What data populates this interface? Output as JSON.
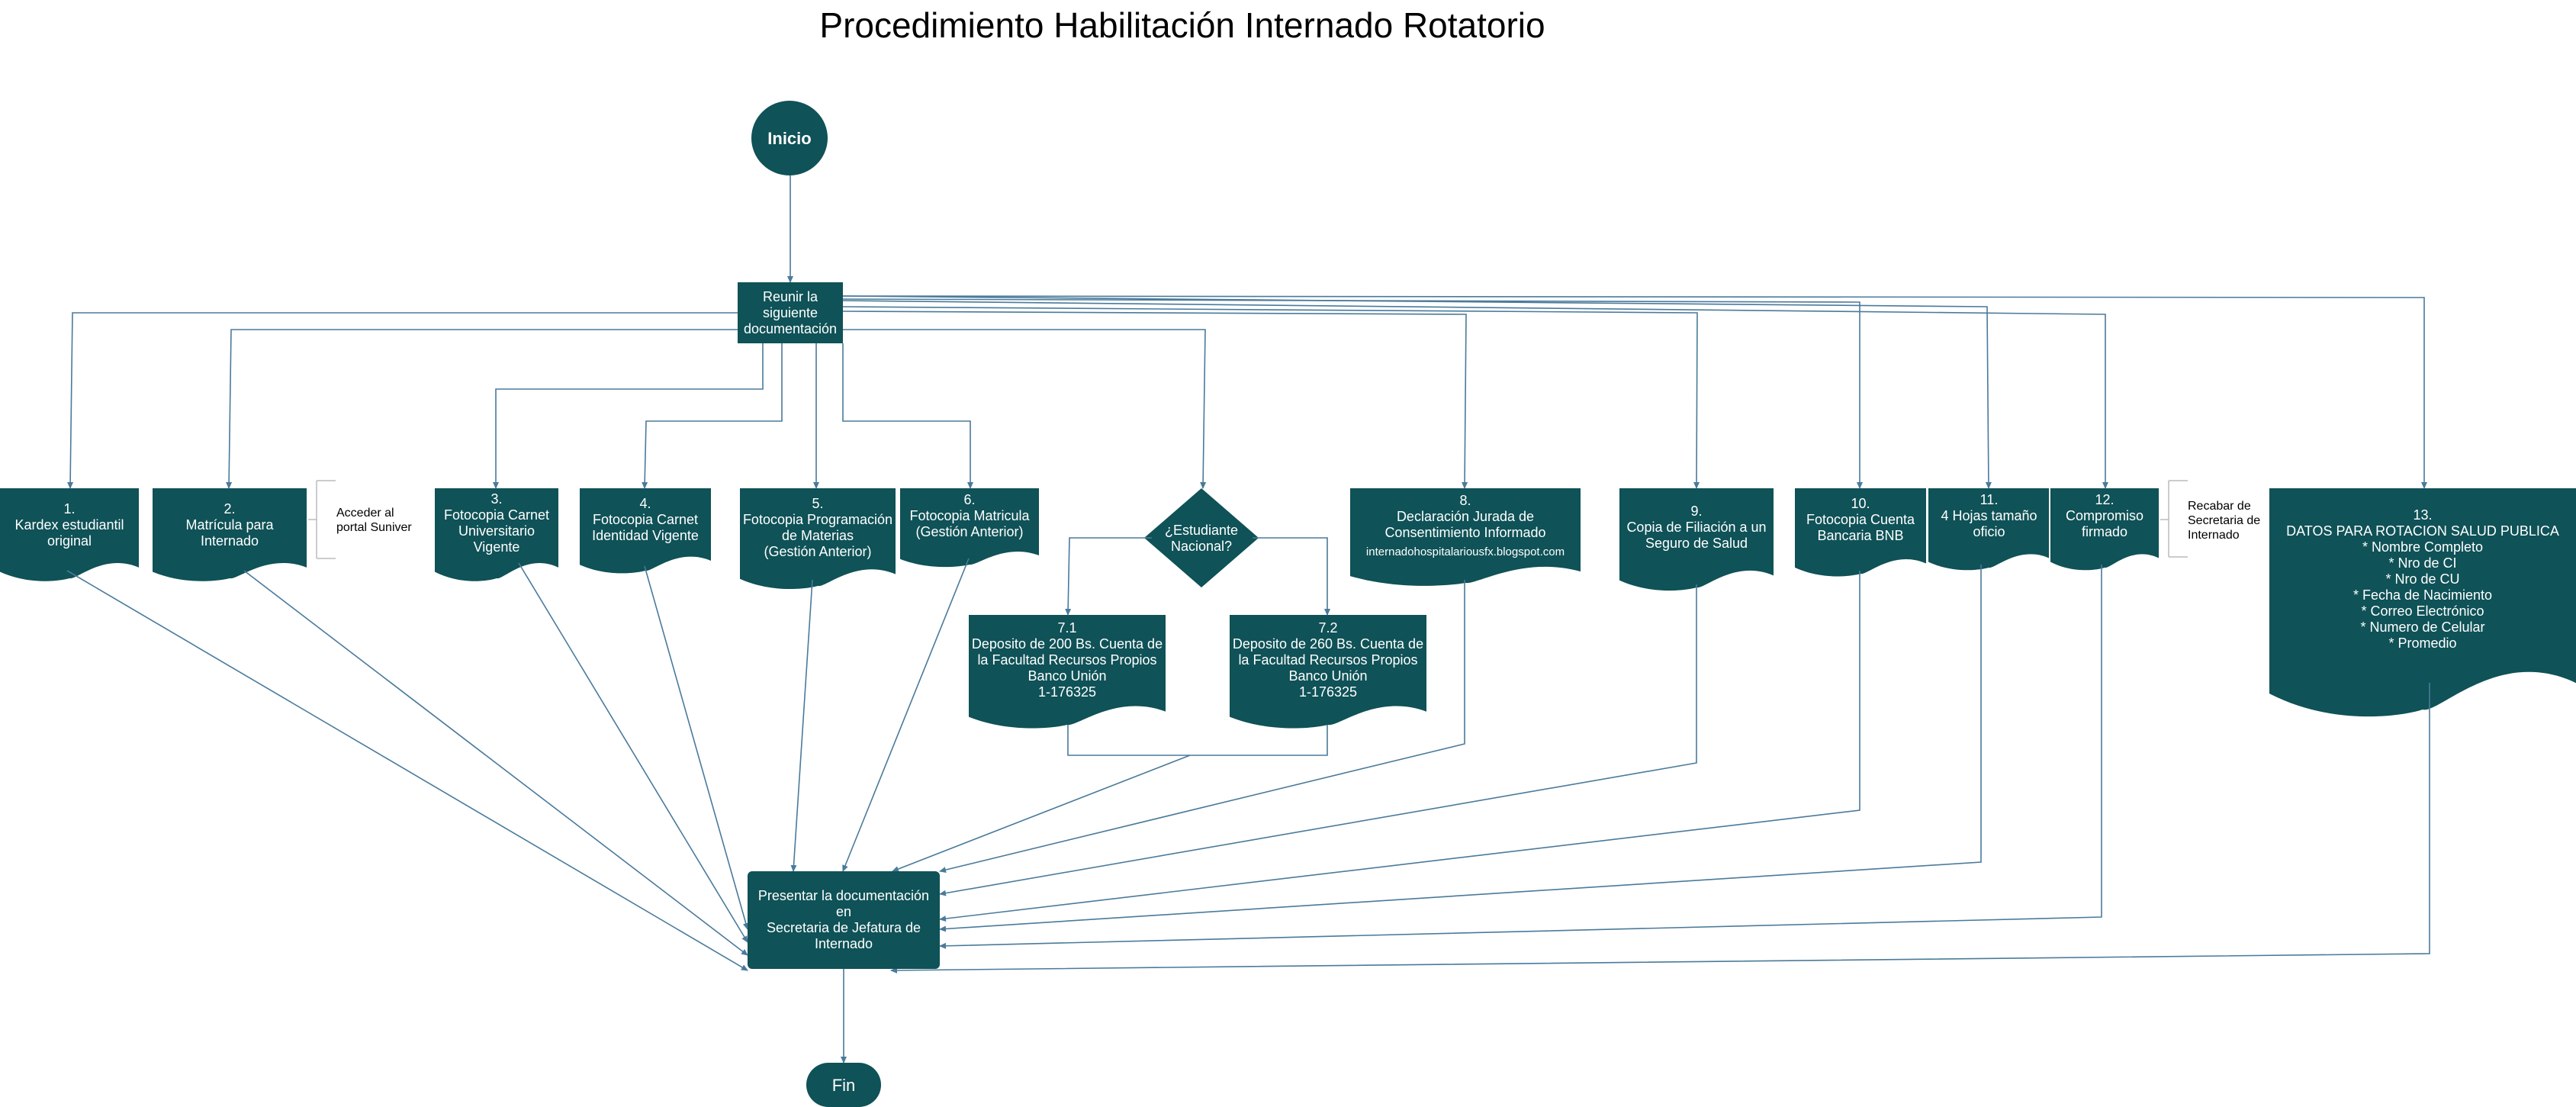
{
  "title": "Procedimiento Habilitación Internado Rotatorio",
  "colors": {
    "node": "#0f5257",
    "edge": "#4a7a9b",
    "bracket": "#bbbbbb"
  },
  "nodes": {
    "start": "Inicio",
    "gather": "Reunir la\nsiguiente\ndocumentación",
    "d1": "1.\nKardex estudiantil\noriginal",
    "d2": "2.\nMatrícula para\nInternado",
    "d3": "3.\nFotocopia Carnet\nUniversitario\nVigente",
    "d4": "4.\nFotocopia Carnet\nIdentidad Vigente",
    "d5": "5.\nFotocopia Programación\nde Materias\n(Gestión Anterior)",
    "d6": "6.\nFotocopia Matricula\n(Gestión Anterior)",
    "decision": "¿Estudiante\nNacional?",
    "d71": "7.1\nDeposito de 200 Bs. Cuenta de\nla Facultad Recursos Propios\nBanco Unión\n1-176325",
    "d72": "7.2\nDeposito de 260 Bs. Cuenta de\nla Facultad Recursos Propios\nBanco Unión\n1-176325",
    "d8": "8.\nDeclaración Jurada de\nConsentimiento Informado",
    "d8_url": "internadohospitalariousfx.blogspot.com",
    "d9": "9.\nCopia de Filiación a un\nSeguro de Salud",
    "d10": "10.\nFotocopia Cuenta\nBancaria BNB",
    "d11": "11.\n4 Hojas tamaño\noficio",
    "d12": "12.\nCompromiso\nfirmado",
    "d13": "13.\nDATOS PARA ROTACION SALUD PUBLICA\n* Nombre Completo\n* Nro de CI\n* Nro de CU\n* Fecha de Nacimiento\n* Correo Electrónico\n* Numero de Celular\n* Promedio",
    "present": "Presentar la documentación en\nSecretaria de Jefatura de\nInternado",
    "end": "Fin"
  },
  "notes": {
    "n2": "Acceder al\nportal Suniver",
    "n12": "Recabar de\nSecretaria de\nInternado"
  }
}
